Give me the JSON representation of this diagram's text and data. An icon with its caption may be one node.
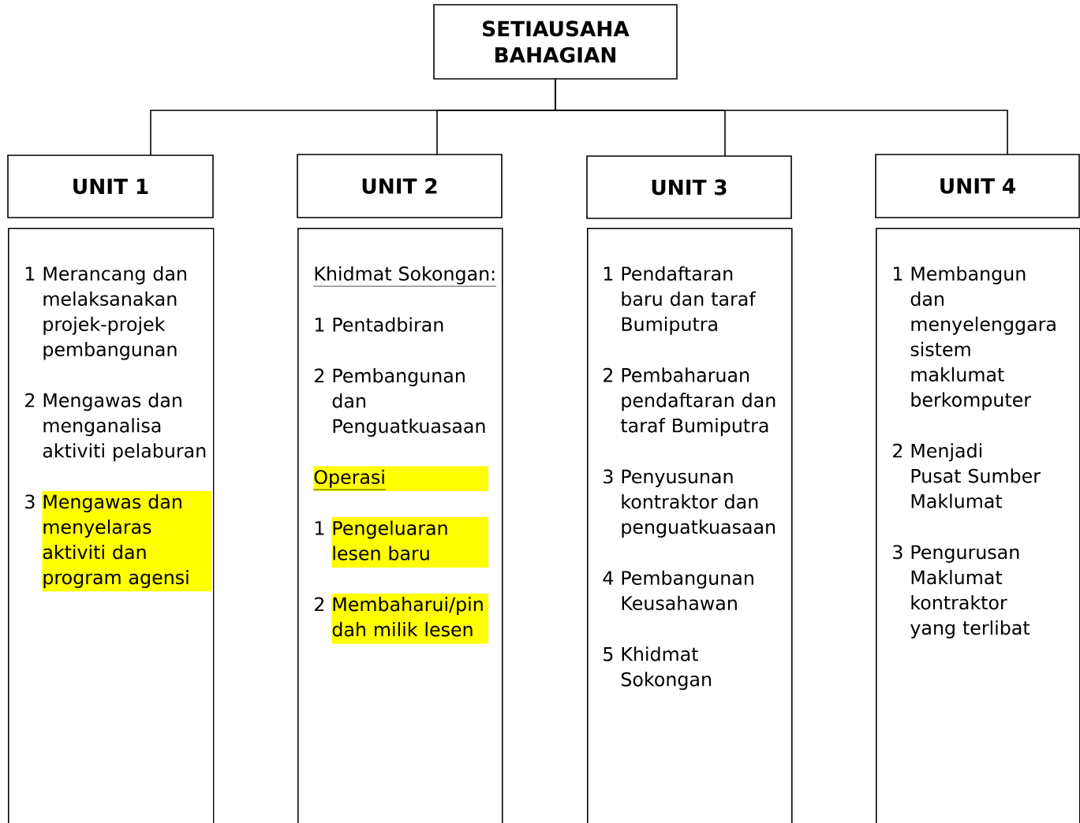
{
  "diagram": {
    "nodes": [
      {
        "text": [
          "SETIAUSAHA BAHAGIAN"
        ]
      },
      {
        "text": [
          "UNIT 1"
        ]
      },
      {
        "text": [
          "1 Merancang dan melaksanakan projek-projek pembangunan",
          "2 Mengawas dan menganalisa aktiviti pelaburan",
          "3 Mengawas dan menyelaras aktiviti dan program agensi"
        ]
      },
      {
        "text": [
          "UNIT 2"
        ]
      },
      {
        "text": [
          "Khidmat Sokongan:",
          "1 Pentadbiran",
          "2 Pembangunan dan Penguatkuasaan",
          "Operasi",
          "1 Pengeluaran lesen baru",
          "2 Membaharui/pin dah milik lesen"
        ]
      },
      {
        "text": [
          "UNIT 3"
        ]
      },
      {
        "text": [
          "1 Pendaftaran baru dan taraf Bumiputra",
          "2 Pembaharuan pendaftaran dan taraf Bumiputra",
          "3 Penyusunan kontraktor dan penguatkuasaan",
          "4 Pembangunan Keusahawan",
          "5 Khidmat Sokongan"
        ]
      },
      {
        "text": [
          "UNIT 4"
        ]
      },
      {
        "text": [
          "1 Membangun dan menyelenggara sistem maklumat berkomputer",
          "2 Menjadi Pusat Sumber Maklumat",
          "3 Pengurusan Maklumat kontraktor yang terlibat"
        ]
      }
    ],
    "edges": [
      {
        "from": 0,
        "to": 1,
        "arrow": "none"
      },
      {
        "from": 0,
        "to": 3,
        "arrow": "none"
      },
      {
        "from": 0,
        "to": 5,
        "arrow": "none"
      },
      {
        "from": 0,
        "to": 7,
        "arrow": "none"
      }
    ]
  }
}
